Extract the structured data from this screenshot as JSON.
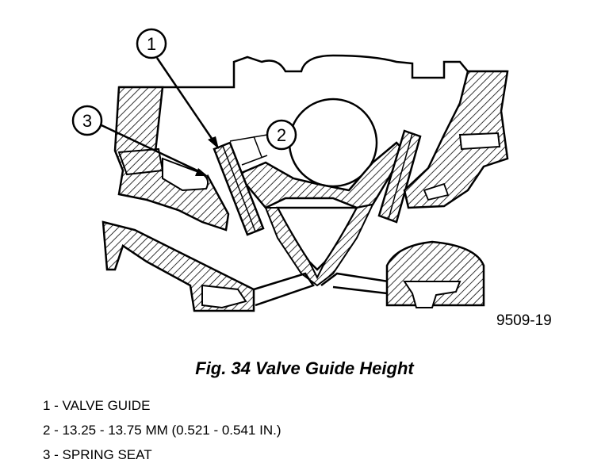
{
  "figure": {
    "id": "9509-19",
    "caption": "Fig. 34 Valve Guide Height"
  },
  "callouts": [
    "1",
    "2",
    "3"
  ],
  "legend": [
    "1 - VALVE GUIDE",
    "2 - 13.25 - 13.75 MM (0.521 - 0.541 IN.)",
    "3 - SPRING SEAT"
  ]
}
